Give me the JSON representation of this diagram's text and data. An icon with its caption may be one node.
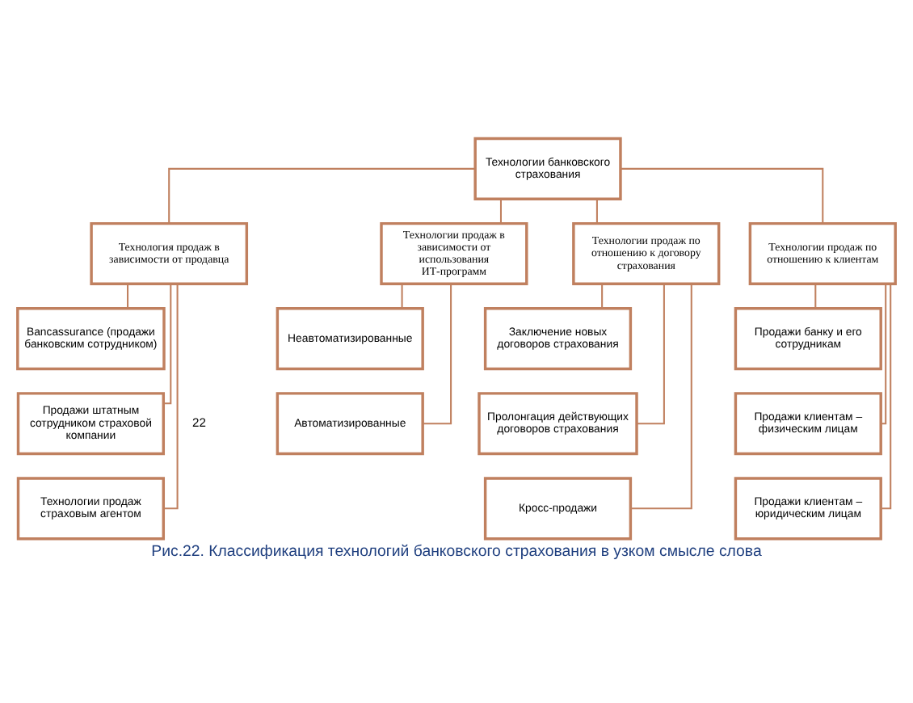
{
  "diagram": {
    "caption": "Рис.22. Классификация технологий банковского страхования в узком смысле слова",
    "nodes": [
      {
        "text": [
          "Технологии банковского страхования"
        ]
      },
      {
        "text": [
          "Технология продаж в зависимости от продавца"
        ]
      },
      {
        "text": [
          "Технологии продаж в зависимости от использования",
          "ИТ-программ"
        ]
      },
      {
        "text": [
          "Технологии продаж по отношению к договору страхования"
        ]
      },
      {
        "text": [
          "Технологии продаж по отношению к клиентам"
        ]
      },
      {
        "text": [
          "Bancassurance (продажи банковским сотрудником)"
        ]
      },
      {
        "text": [
          "Продажи штатным сотрудником страховой компании"
        ]
      },
      {
        "text": [
          "Технологии продаж страховым агентом"
        ]
      },
      {
        "text": [
          "Неавтоматизированные"
        ]
      },
      {
        "text": [
          "Автоматизированные"
        ]
      },
      {
        "text": [
          "Заключение новых договоров страхования"
        ]
      },
      {
        "text": [
          "Пролонгация действующих договоров страхования"
        ]
      },
      {
        "text": [
          "Кросс-продажи"
        ]
      },
      {
        "text": [
          "Продажи банку и его сотрудникам"
        ]
      },
      {
        "text": [
          "Продажи клиентам – физическим лицам"
        ]
      },
      {
        "text": [
          "Продажи клиентам – юридическим лицам"
        ]
      }
    ],
    "edges": [
      {
        "from": 0,
        "to": 1,
        "arrow": "none"
      },
      {
        "from": 0,
        "to": 2,
        "arrow": "none"
      },
      {
        "from": 0,
        "to": 3,
        "arrow": "none"
      },
      {
        "from": 0,
        "to": 4,
        "arrow": "none"
      },
      {
        "from": 1,
        "to": 5,
        "arrow": "none"
      },
      {
        "from": 1,
        "to": 6,
        "arrow": "none"
      },
      {
        "from": 1,
        "to": 7,
        "arrow": "none"
      },
      {
        "from": 2,
        "to": 8,
        "arrow": "none"
      },
      {
        "from": 2,
        "to": 9,
        "arrow": "none"
      },
      {
        "from": 3,
        "to": 10,
        "arrow": "none"
      },
      {
        "from": 3,
        "to": 11,
        "arrow": "none"
      },
      {
        "from": 3,
        "to": 12,
        "arrow": "none"
      },
      {
        "from": 4,
        "to": 13,
        "arrow": "none"
      },
      {
        "from": 4,
        "to": 14,
        "arrow": "none"
      },
      {
        "from": 4,
        "to": 15,
        "arrow": "none"
      }
    ],
    "labels": [
      "22"
    ]
  }
}
